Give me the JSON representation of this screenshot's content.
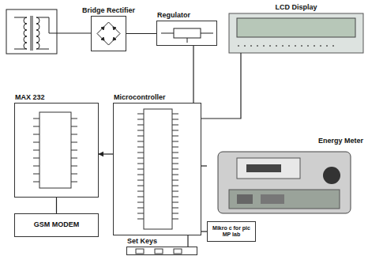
{
  "diagram": {
    "nodes": [
      {
        "text": [
          "Bridge Rectifier"
        ]
      },
      {
        "text": [
          "Regulator"
        ]
      },
      {
        "text": [
          "LCD Display"
        ]
      },
      {
        "text": [
          "MAX 232"
        ]
      },
      {
        "text": [
          "Microcontroller"
        ]
      },
      {
        "text": [
          "Energy Meter"
        ]
      },
      {
        "text": [
          "Mikro c for pic MP lab"
        ]
      },
      {
        "text": [
          "GSM MODEM"
        ]
      },
      {
        "text": [
          "Set Keys"
        ]
      }
    ],
    "edges": [
      {
        "from": 0,
        "to": 1,
        "arrow": "none"
      },
      {
        "from": 1,
        "to": 4,
        "arrow": "none"
      },
      {
        "from": 2,
        "to": 4,
        "arrow": "none"
      },
      {
        "from": 5,
        "to": 4,
        "arrow": "none"
      },
      {
        "from": 6,
        "to": 4,
        "arrow": "none"
      },
      {
        "from": 4,
        "to": 3,
        "arrow": "to"
      },
      {
        "from": 3,
        "to": 7,
        "arrow": "none"
      },
      {
        "from": 4,
        "to": 8,
        "arrow": "none"
      }
    ]
  }
}
